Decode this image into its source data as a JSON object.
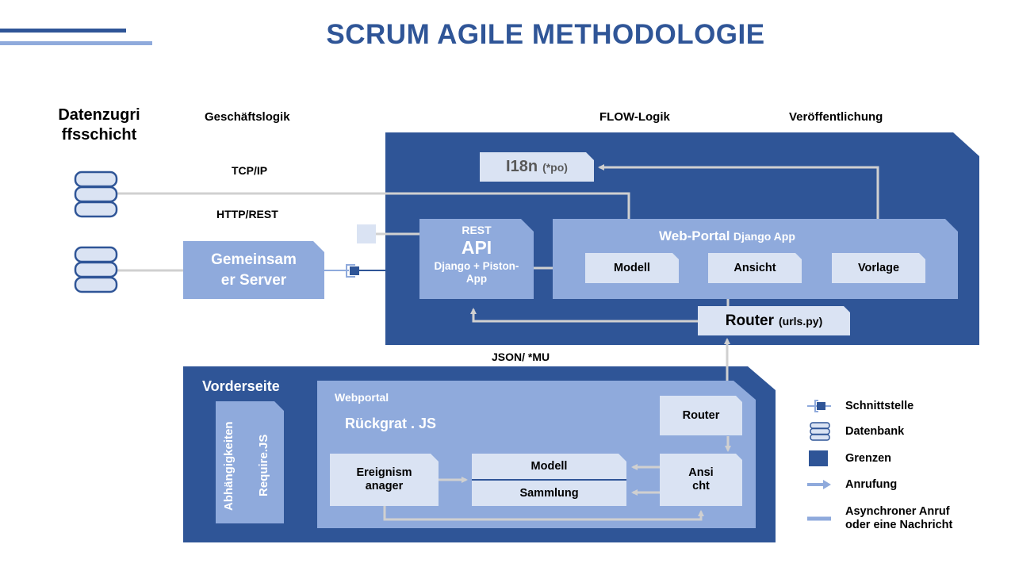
{
  "title": "SCRUM AGILE METHODOLOGIE",
  "colors": {
    "boundary": "#2f5597",
    "container": "#8faadc",
    "component": "#dae3f3",
    "connector": "#d0d0d0"
  },
  "layers": {
    "data_access": "Datenzugri ffsschicht",
    "business_logic": "Geschäftslogik",
    "flow_logic": "FLOW-Logik",
    "publication": "Veröffentlichung"
  },
  "protocols": {
    "tcp": "TCP/IP",
    "http": "HTTP/REST",
    "json": "JSON/ *MU"
  },
  "server": {
    "label_line1": "Gemeinsam",
    "label_line2": "er Server"
  },
  "backend": {
    "i18n": {
      "main": "I18n",
      "sub": "(*po)"
    },
    "rest_api": {
      "top": "REST",
      "main": "API",
      "sub_line1": "Django + Piston-",
      "sub_line2": "App"
    },
    "web_portal": {
      "title": "Web-Portal",
      "subtitle": "Django App",
      "model": "Modell",
      "view": "Ansicht",
      "template": "Vorlage"
    },
    "router": {
      "main": "Router",
      "sub": "(urls.py)"
    }
  },
  "frontend": {
    "title": "Vorderseite",
    "dependencies": "Abhängigkeiten",
    "requirejs": "Require.JS",
    "webportal": {
      "title": "Webportal",
      "framework": "Rückgrat . JS",
      "router": "Router",
      "event_manager_line1": "Ereignism",
      "event_manager_line2": "anager",
      "model": "Modell",
      "collection": "Sammlung",
      "view_line1": "Ansi",
      "view_line2": "cht"
    }
  },
  "legend": [
    {
      "icon": "interface-icon",
      "label": "Schnittstelle"
    },
    {
      "icon": "database-icon",
      "label": "Datenbank"
    },
    {
      "icon": "boundary-icon",
      "label": "Grenzen"
    },
    {
      "icon": "call-arrow-icon",
      "label": "Anrufung"
    },
    {
      "icon": "async-line-icon",
      "label_line1": "Asynchroner Anruf",
      "label_line2": "oder eine Nachricht"
    }
  ]
}
